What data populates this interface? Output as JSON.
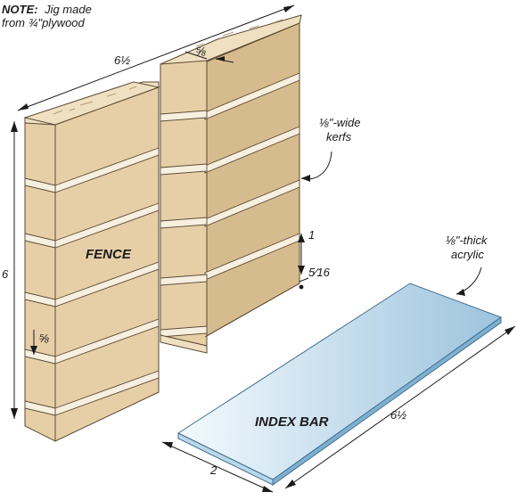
{
  "note": {
    "prefix": "NOTE:",
    "line1": "Jig made",
    "line2": "from ¾\"plywood"
  },
  "labels": {
    "fence": "FENCE",
    "index_bar": "INDEX BAR",
    "kerfs_line1": "⅛\"-wide",
    "kerfs_line2": "kerfs",
    "acrylic_line1": "⅛\"-thick",
    "acrylic_line2": "acrylic"
  },
  "dimensions": {
    "fence_length": "6½",
    "fence_height": "6",
    "kerf_offset_top": "⅝",
    "kerf_offset_left": "⅝",
    "kerf_spacing": "1",
    "kerf_gap": "5⁄16",
    "bar_length": "6½",
    "bar_width": "2"
  },
  "colors": {
    "wood_top": "#efe0c2",
    "wood_front": "#e6cfa7",
    "wood_side": "#d6bb8e",
    "acrylic_light": "#eef6fb",
    "acrylic_dark": "#9ec6e0",
    "outline": "#5b4a33"
  }
}
